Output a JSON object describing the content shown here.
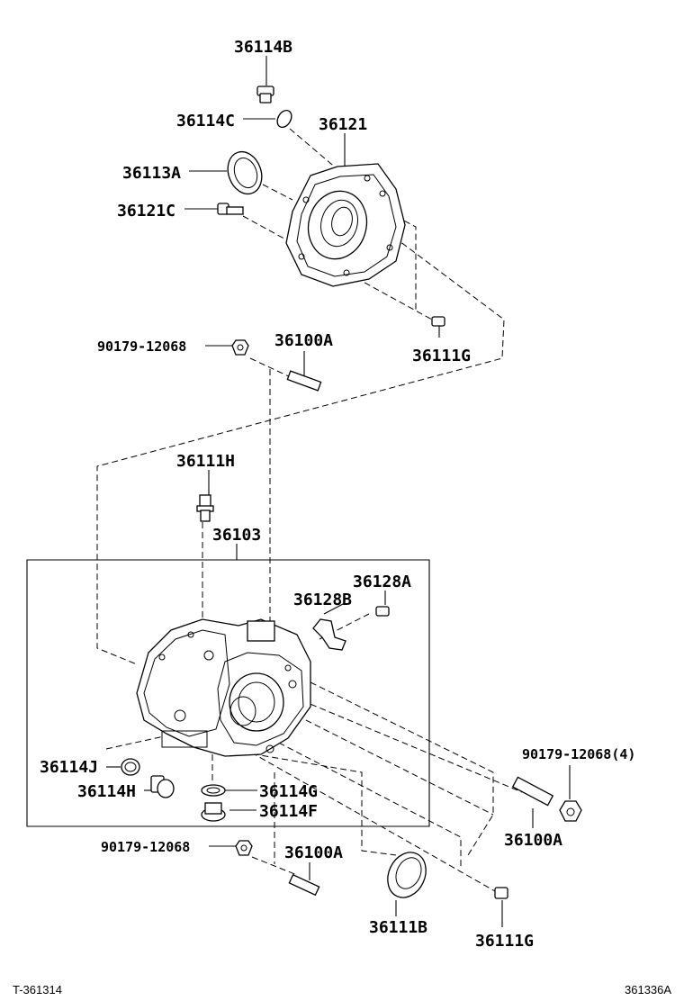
{
  "labels": {
    "p36114B": "36114B",
    "p36114C": "36114C",
    "p36121": "36121",
    "p36113A": "36113A",
    "p36121C": "36121C",
    "p90179_top": "90179-12068",
    "p36100A_top": "36100A",
    "p36111G_top": "36111G",
    "p36111H": "36111H",
    "p36103": "36103",
    "p36128A": "36128A",
    "p36128B": "36128B",
    "p36114J": "36114J",
    "p36114H": "36114H",
    "p36114G": "36114G",
    "p36114F": "36114F",
    "p90179_right": "90179-12068(4)",
    "p36100A_right": "36100A",
    "p90179_bottom": "90179-12068",
    "p36100A_bottom": "36100A",
    "p36111B": "36111B",
    "p36111G_bottom": "36111G"
  },
  "footer": {
    "left_code": "T-361314",
    "right_code": "361336A"
  }
}
